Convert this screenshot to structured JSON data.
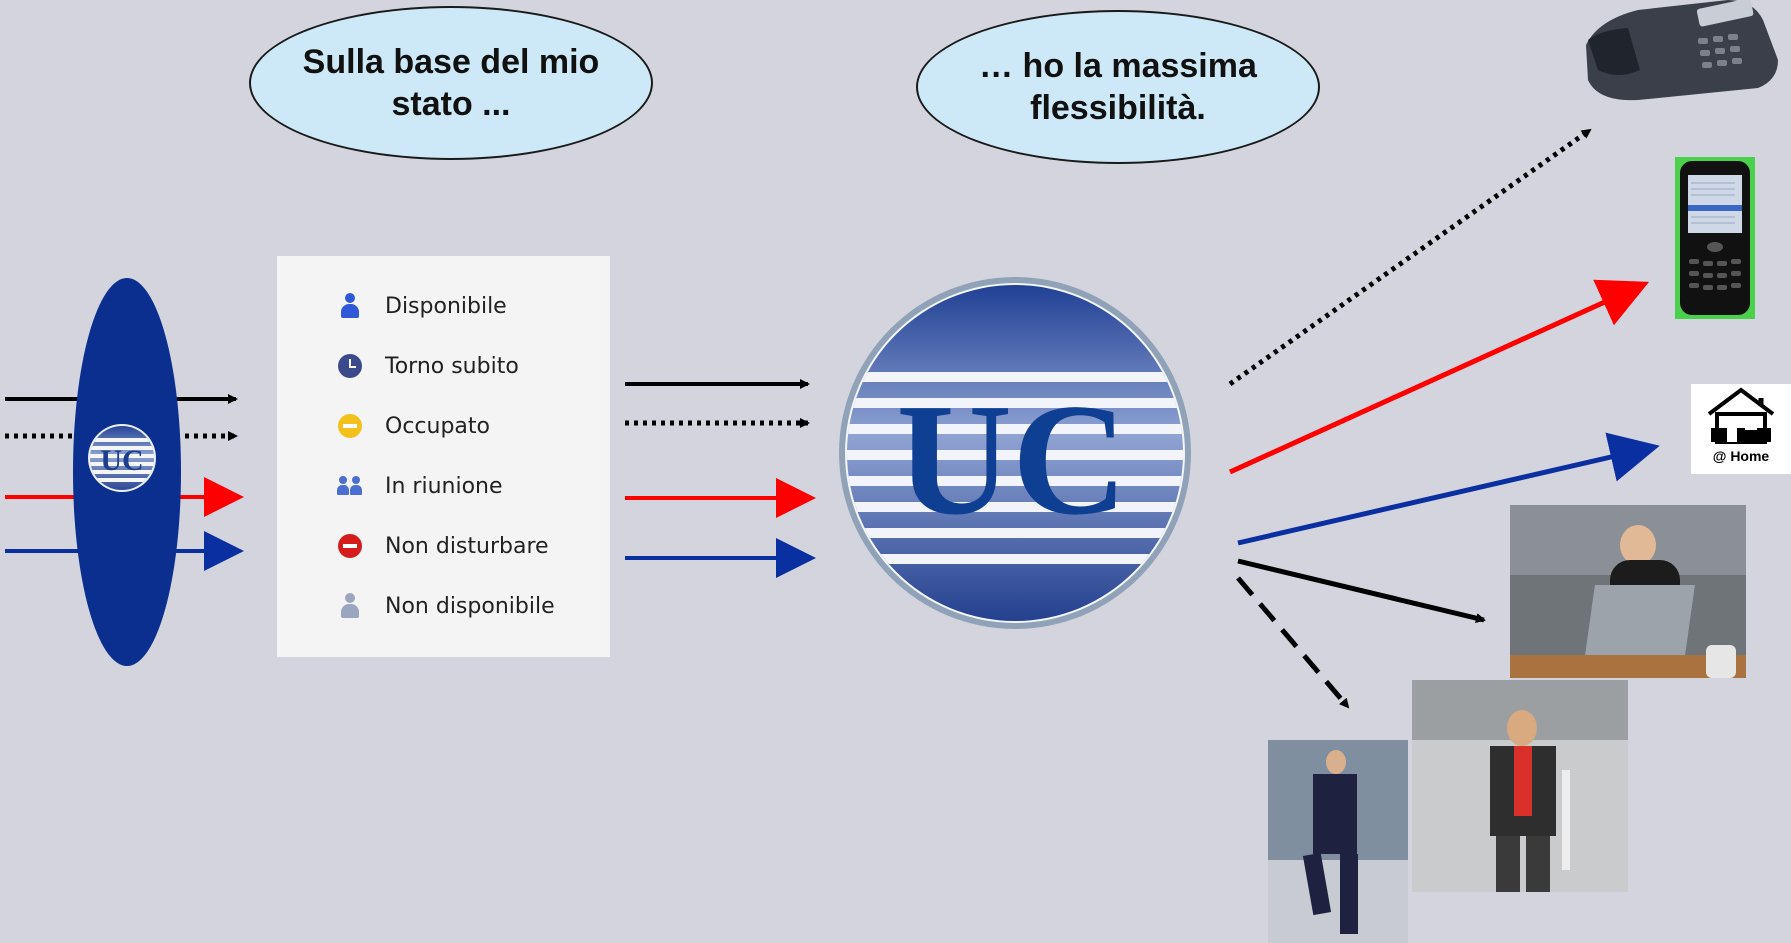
{
  "bubbles": {
    "left": "Sulla base del mio stato ...",
    "right": "… ho la massima flessibilità."
  },
  "logos": {
    "small": "UC",
    "big": "UC"
  },
  "status_list": [
    {
      "label": "Disponibile",
      "icon": "available-person-icon",
      "color": "#2f59d6"
    },
    {
      "label": "Torno subito",
      "icon": "clock-icon",
      "color": "#3c4a8c"
    },
    {
      "label": "Occupato",
      "icon": "busy-yellow-icon",
      "color": "#f2c21a"
    },
    {
      "label": "In riunione",
      "icon": "meeting-people-icon",
      "color": "#4a6fd0"
    },
    {
      "label": "Non disturbare",
      "icon": "do-not-disturb-icon",
      "color": "#d41c1c"
    },
    {
      "label": "Non disponibile",
      "icon": "unavailable-person-icon",
      "color": "#9aa6bf"
    }
  ],
  "home_badge": "@ Home",
  "colors": {
    "background": "#d3d4dd",
    "black_line": "#000000",
    "red_line": "#ff0000",
    "blue_line": "#0a2fa0",
    "oval": "#0a2f8f",
    "bubble": "#cde9f8"
  }
}
